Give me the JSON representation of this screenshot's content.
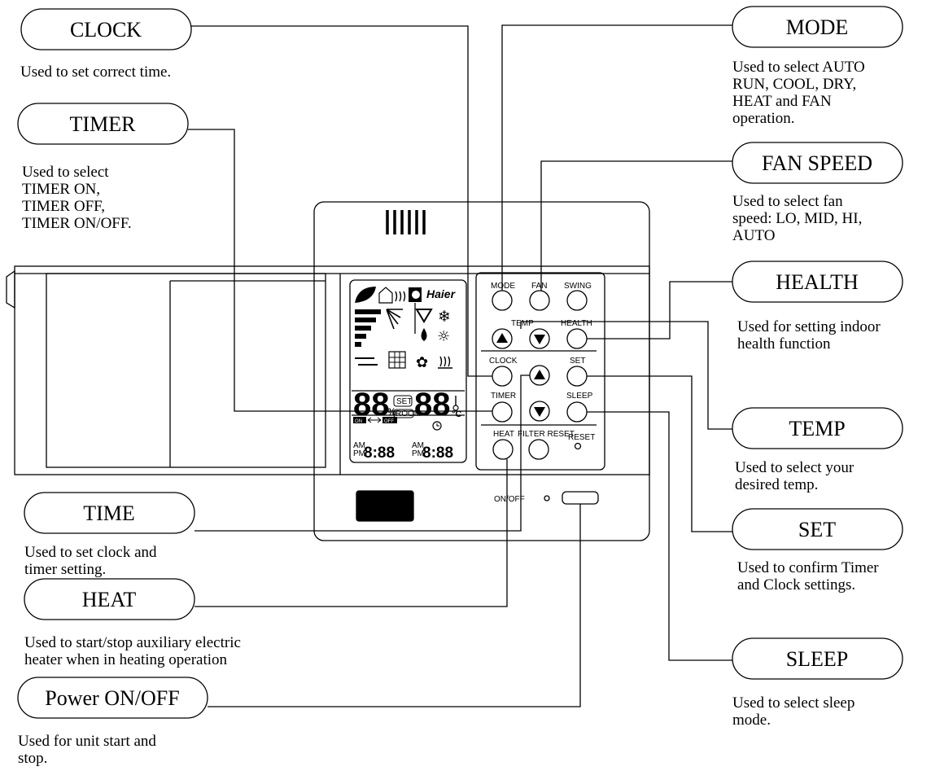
{
  "callouts": {
    "clock": {
      "label": "CLOCK",
      "desc": "Used to set correct time."
    },
    "timer": {
      "label": "TIMER",
      "desc": "Used to select\nTIMER ON,\nTIMER OFF,\nTIMER ON/OFF."
    },
    "time": {
      "label": "TIME",
      "desc": "Used to set clock and\ntimer setting."
    },
    "heat": {
      "label": "HEAT",
      "desc": "Used to start/stop auxiliary electric\nheater when in heating operation"
    },
    "power": {
      "label": "Power ON/OFF",
      "desc": "Used for unit start and\nstop."
    },
    "mode": {
      "label": "MODE",
      "desc": "Used to select  AUTO\nRUN, COOL, DRY,\nHEAT and FAN\noperation."
    },
    "fan": {
      "label": "FAN SPEED",
      "desc": "Used to select fan\nspeed: LO, MID, HI,\nAUTO"
    },
    "health": {
      "label": "HEALTH",
      "desc": "Used for setting indoor\nhealth function"
    },
    "temp": {
      "label": "TEMP",
      "desc": "Used to select your\ndesired temp."
    },
    "set": {
      "label": "SET",
      "desc": "Used to confirm Timer\nand Clock settings."
    },
    "sleep": {
      "label": "SLEEP",
      "desc": "Used to select sleep\nmode."
    }
  },
  "remote": {
    "buttons": {
      "mode": "MODE",
      "fan": "FAN",
      "swing": "SWING",
      "temp": "TEMP",
      "health": "HEALTH",
      "clock": "CLOCK",
      "set": "SET",
      "timer": "TIMER",
      "sleep": "SLEEP",
      "heat": "HEAT",
      "filter_reset": "FILTER RESET",
      "reset": "RESET",
      "on_off": "ON/OFF"
    },
    "lcd": {
      "brand": "Haier",
      "big_left": "88",
      "big_right": "88",
      "percent": "%",
      "set_tag": "SET",
      "room_tag": "ROOM",
      "celsius": "°C",
      "on_tag": "ON",
      "off_tag": "OFF",
      "am": "AM",
      "pm": "PM",
      "time_left": "8:88",
      "time_right": "8:88"
    }
  },
  "icons": [
    "leaf-icon",
    "house-icon",
    "heater-icon",
    "moon-icon",
    "fan-bars-icon",
    "swing-icon",
    "cool-icon",
    "snowflake-icon",
    "dry-drop-icon",
    "sun-icon",
    "grid-icon",
    "fan-icon",
    "heat-wave-icon",
    "thermometer-icon",
    "clock-icon",
    "up-arrow-icon",
    "down-arrow-icon"
  ]
}
